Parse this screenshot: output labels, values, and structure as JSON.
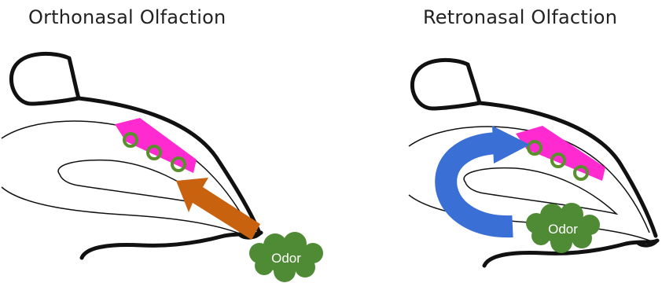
{
  "panels": {
    "left": {
      "title": "Orthonasal Olfaction",
      "odor_label": "Odor"
    },
    "right": {
      "title": "Retronasal Olfaction",
      "odor_label": "Odor"
    }
  },
  "colors": {
    "outline": "#111111",
    "epithelium": "#ff2bd0",
    "receptor_ring": "#5a8f2e",
    "ortho_arrow": "#c8620f",
    "retro_arrow": "#3a6fd6",
    "odor_cloud": "#4f8a35"
  }
}
